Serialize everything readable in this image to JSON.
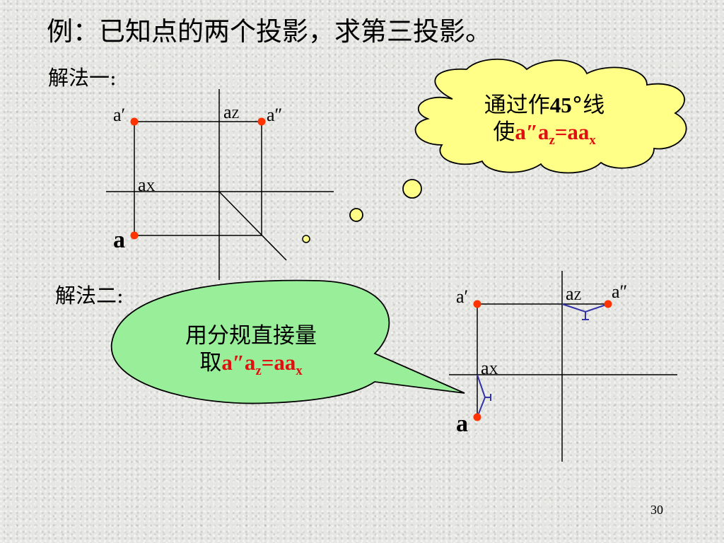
{
  "slide": {
    "title": "例：已知点的两个投影，求第三投影。",
    "method_one": "解法一:",
    "method_two": "解法二:",
    "page_number": "30"
  },
  "diagram_one": {
    "label_a_prime": "a′",
    "label_a_double_prime": "a″",
    "label_az": "a",
    "label_az_sub": "Z",
    "label_ax": "a",
    "label_ax_sub": "X",
    "label_a": "a"
  },
  "diagram_two": {
    "label_a_prime": "a′",
    "label_a_double_prime": "a″",
    "label_az": "a",
    "label_az_sub": "Z",
    "label_ax": "a",
    "label_ax_sub": "X",
    "label_a": "a"
  },
  "thought_bubble": {
    "line1_text": "通过作",
    "line1_num": "45",
    "line1_deg": "°",
    "line1_end": "线",
    "line2_prefix": "使",
    "line2_a": "a″a",
    "line2_sub_z": "z",
    "line2_eq": "=aa",
    "line2_sub_x": "x"
  },
  "speech_bubble": {
    "line1": "用分规直接量",
    "line2_prefix": "取",
    "line2_a": "a″a",
    "line2_sub_z": "z",
    "line2_eq": "=aa",
    "line2_sub_x": "x"
  },
  "colors": {
    "point": "#ff3300",
    "thought_fill": "#ffff88",
    "speech_fill": "#99ee99",
    "divider_marks": "#3333aa"
  }
}
